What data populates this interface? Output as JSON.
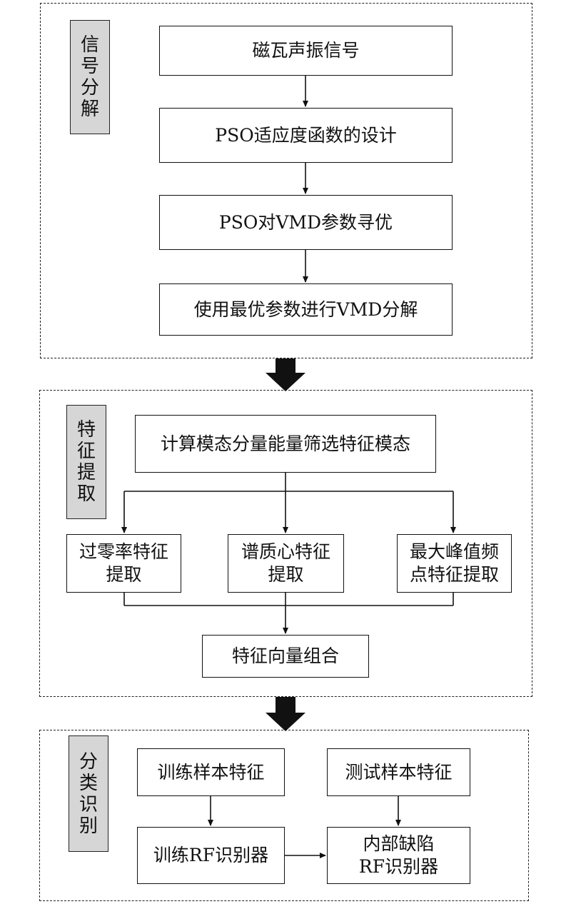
{
  "section1": {
    "tag": [
      "信",
      "号",
      "分",
      "解"
    ],
    "boxes": [
      "磁瓦声振信号",
      "PSO适应度函数的设计",
      "PSO对VMD参数寻优",
      "使用最优参数进行VMD分解"
    ]
  },
  "section2": {
    "tag": [
      "特",
      "征",
      "提",
      "取"
    ],
    "top": "计算模态分量能量筛选特征模态",
    "features": [
      "过零率特征\n提取",
      "谱质心特征\n提取",
      "最大峰值频\n点特征提取"
    ],
    "combine": "特征向量组合"
  },
  "section3": {
    "tag": [
      "分",
      "类",
      "识",
      "别"
    ],
    "train_feature": "训练样本特征",
    "test_feature": "测试样本特征",
    "train_rf": "训练RF识别器",
    "defect_rf": "内部缺陷\nRF识别器"
  }
}
